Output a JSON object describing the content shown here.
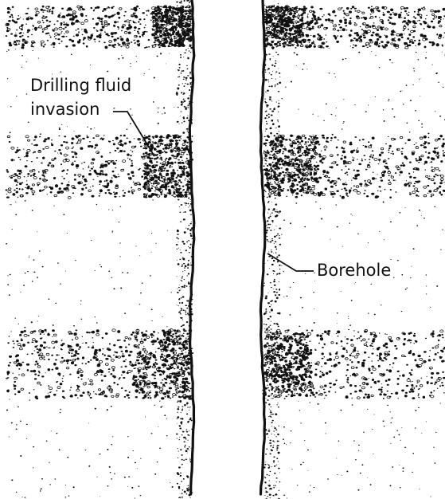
{
  "labels": {
    "invasion_line1": "Drilling fluid",
    "invasion_line2": "invasion",
    "borehole": "Borehole"
  },
  "colors": {
    "ink": "#111111",
    "background": "#ffffff"
  }
}
